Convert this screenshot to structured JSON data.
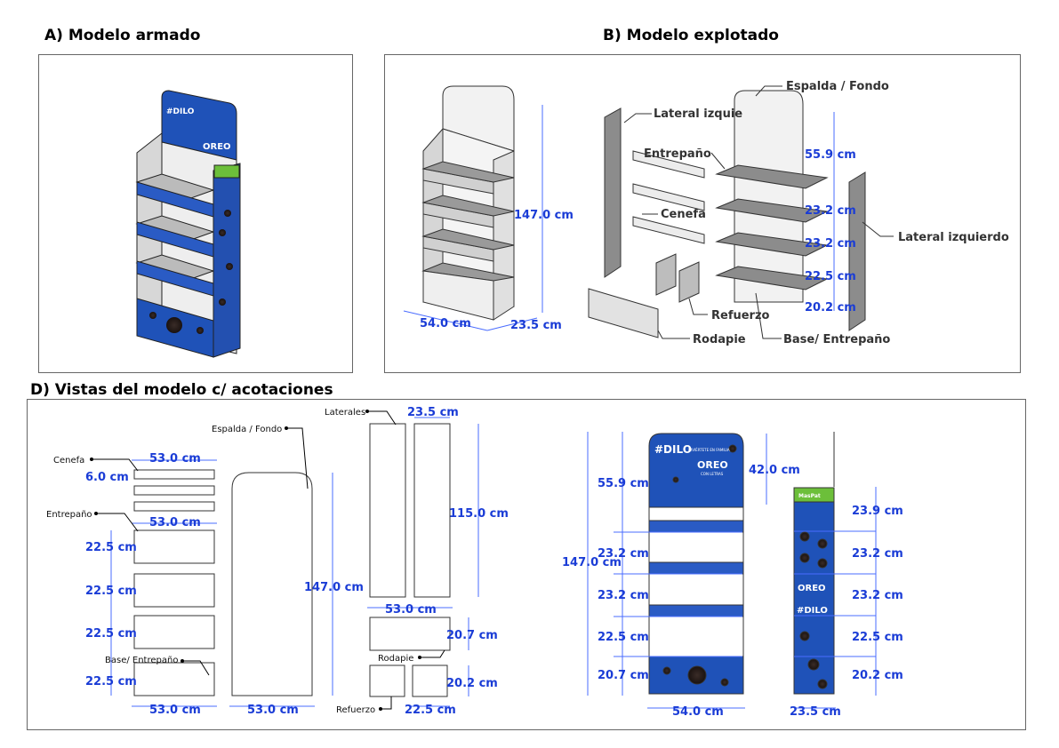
{
  "sections": {
    "a": "A) Modelo armado",
    "b": "B) Modelo explotado",
    "d": "D) Vistas del modelo c/ acotaciones"
  },
  "brand": {
    "logo_top": "#DILO",
    "logo_oreo": "OREO",
    "tagline": "DIVIÉRTETE EN FAMILIA",
    "con_letras": "CON LETRAS",
    "side_sticker": "MasPat"
  },
  "colors": {
    "accent_dim": "#1a3cd6",
    "oreo_blue": "#1f52b8",
    "panel_light": "#ececec",
    "panel_dark": "#8c8c8c",
    "sticker_green": "#6cbf3a"
  },
  "b": {
    "dims": {
      "height": "147.0 cm",
      "width": "54.0 cm",
      "depth": "23.5 cm",
      "d1": "55.9 cm",
      "d2": "23.2 cm",
      "d3": "23.2 cm",
      "d4": "22.5 cm",
      "d5": "20.2 cm"
    },
    "labels": {
      "espalda": "Espalda / Fondo",
      "lateral_izq_left": "Lateral izquie",
      "entrepano": "Entrepaño",
      "cenefa": "Cenefa",
      "lateral_izq_right": "Lateral izquierdo",
      "refuerzo": "Refuerzo",
      "rodapie": "Rodapie",
      "base": "Base/ Entrepaño"
    }
  },
  "d": {
    "labels": {
      "cenefa": "Cenefa",
      "entrepano": "Entrepaño",
      "base": "Base/ Entrepaño",
      "espalda": "Espalda / Fondo",
      "laterales": "Laterales",
      "rodapie": "Rodapie",
      "refuerzo": "Refuerzo"
    },
    "dims": {
      "cenefa_w": "53.0 cm",
      "cenefa_h": "6.0 cm",
      "entre_w": "53.0 cm",
      "e1": "22.5 cm",
      "e2": "22.5 cm",
      "e3": "22.5 cm",
      "e4": "22.5 cm",
      "base_w": "53.0 cm",
      "back_w": "53.0 cm",
      "back_h": "147.0 cm",
      "lat_w": "23.5 cm",
      "lat_h": "115.0 cm",
      "rod_w": "53.0 cm",
      "rod_h": "20.7 cm",
      "ref_h": "20.2 cm",
      "ref_w": "22.5 cm",
      "front_total": "147.0 cm",
      "f1": "55.9 cm",
      "f2": "23.2 cm",
      "f3": "23.2 cm",
      "f4": "22.5 cm",
      "f5": "20.7 cm",
      "front_w": "54.0 cm",
      "header_h": "42.0 cm",
      "s1": "23.9 cm",
      "s2": "23.2 cm",
      "s3": "23.2 cm",
      "s4": "22.5 cm",
      "s5": "20.2 cm",
      "side_w": "23.5 cm"
    }
  }
}
